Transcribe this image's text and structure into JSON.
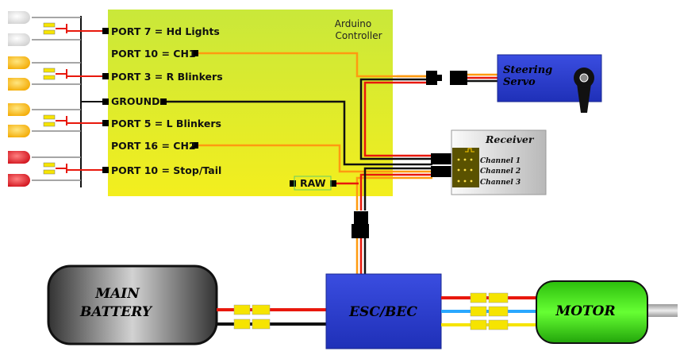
{
  "arduino": {
    "title_line1": "Arduino",
    "title_line2": "Controller",
    "ports": [
      "PORT 7 = Hd Lights",
      "PORT 10 = CH1",
      "PORT 3 = R Blinkers",
      "GROUND",
      "PORT 5 = L Blinkers",
      "PORT 16 = CH2",
      "PORT 10 = Stop/Tail"
    ],
    "raw_label": "RAW"
  },
  "steering": {
    "line1": "Steering",
    "line2": "Servo"
  },
  "receiver": {
    "title": "Receiver",
    "channels": [
      "Channel 1",
      "Channel 2",
      "Channel 3"
    ]
  },
  "battery": {
    "line1": "MAIN",
    "line2": "BATTERY"
  },
  "esc": {
    "label": "ESC/BEC"
  },
  "motor": {
    "label": "MOTOR"
  },
  "colors": {
    "board": "#e4f23a",
    "esc": "#2a3fd0",
    "servo": "#2a3fd0",
    "motor": "#33dd11",
    "wire_red": "#e8180c",
    "wire_orange": "#ff9a10",
    "wire_black": "#111111",
    "wire_blue": "#29a8ff",
    "wire_yellow": "#f6e400",
    "led_white": "#e6e6e6",
    "led_amber": "#ffc21a",
    "led_red": "#e8242a"
  }
}
